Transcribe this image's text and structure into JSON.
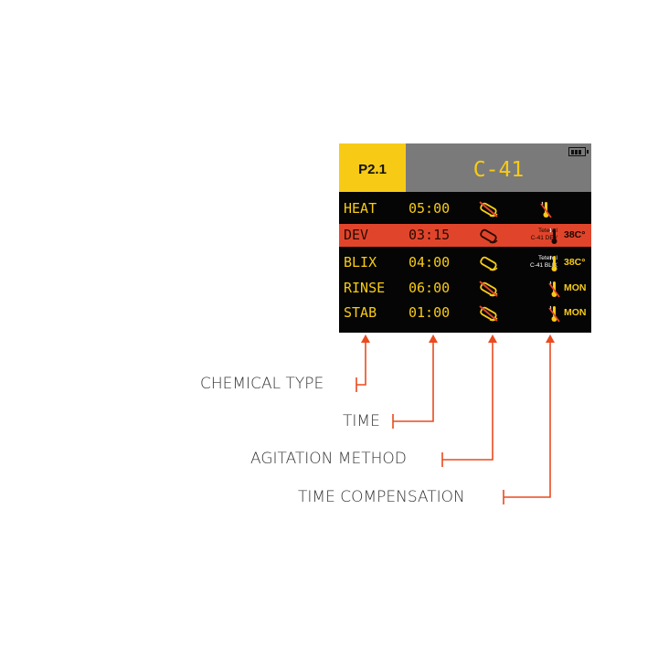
{
  "device": {
    "program": "P2.1",
    "process": "C-41",
    "battery_icon": "battery-icon",
    "accent_color": "#f7cb15",
    "highlight_color": "#e0452b",
    "steps": [
      {
        "step": "HEAT",
        "time": "05:00",
        "agitation": "none",
        "chem_line1": "",
        "chem_line2": "",
        "temp": "",
        "active": false
      },
      {
        "step": "DEV",
        "time": "03:15",
        "agitation": "rotary",
        "chem_line1": "Tetenal",
        "chem_line2": "C-41 DEV",
        "temp": "38C°",
        "active": true
      },
      {
        "step": "BLIX",
        "time": "04:00",
        "agitation": "rotary",
        "chem_line1": "Tetenal",
        "chem_line2": "C-41 BLIX",
        "temp": "38C°",
        "active": false
      },
      {
        "step": "RINSE",
        "time": "06:00",
        "agitation": "none",
        "chem_line1": "",
        "chem_line2": "",
        "temp": "MON",
        "active": false
      },
      {
        "step": "STAB",
        "time": "01:00",
        "agitation": "none",
        "chem_line1": "",
        "chem_line2": "",
        "temp": "MON",
        "active": false
      }
    ]
  },
  "annotations": {
    "chemical_type": "CHEMICAL TYPE",
    "time": "TIME",
    "agitation_method": "AGITATION METHOD",
    "time_compensation": "TIME COMPENSATION",
    "color": "#ea4a1f"
  }
}
